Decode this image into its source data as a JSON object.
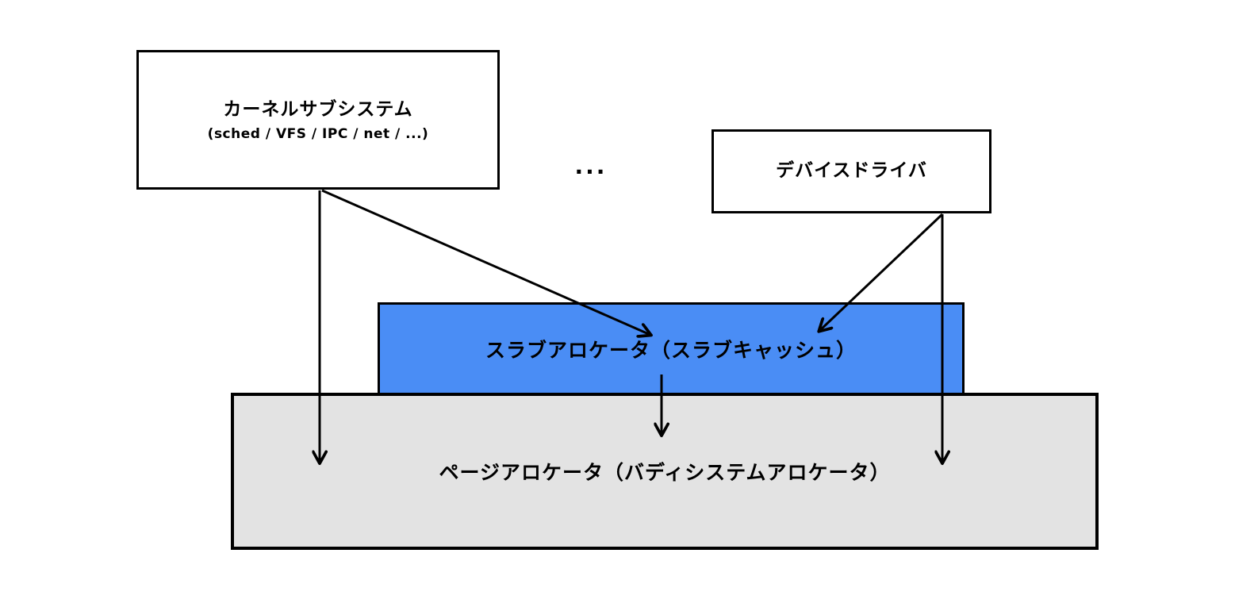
{
  "diagram": {
    "kernel_subsystem": {
      "title": "カーネルサブシステム",
      "subtitle": "(sched / VFS / IPC / net / ...)"
    },
    "device_driver": {
      "label": "デバイスドライバ"
    },
    "ellipsis": "...",
    "slab_allocator": {
      "label": "スラブアロケータ（スラブキャッシュ）"
    },
    "page_allocator": {
      "label": "ページアロケータ（バディシステムアロケータ）"
    },
    "colors": {
      "slab_fill": "#4a8df5",
      "page_fill": "#e3e3e3",
      "box_fill": "#ffffff",
      "line": "#000000"
    }
  }
}
